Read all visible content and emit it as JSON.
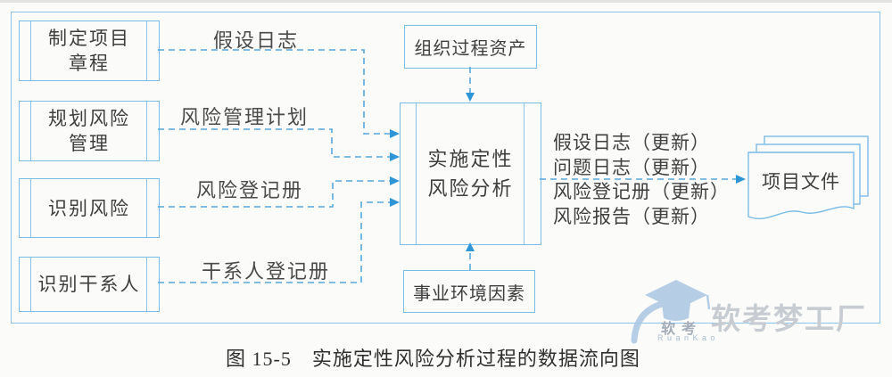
{
  "colors": {
    "frame_blue": "#8cc4e9",
    "box_blue": "#79bce7",
    "arrow_blue": "#4aa3dc",
    "arrowhead_blue": "#2e96d6",
    "text_dark": "#3e3e3e",
    "watermark_gray": "#c7ccd2",
    "watermark_blue": "#a9c7e2",
    "background": "#fbfbf9"
  },
  "source_boxes": [
    {
      "id": "develop-project-charter",
      "lines": [
        "制定项目",
        "章程"
      ]
    },
    {
      "id": "plan-risk-management",
      "lines": [
        "规划风险",
        "管理"
      ]
    },
    {
      "id": "identify-risks",
      "lines": [
        "识别风险"
      ]
    },
    {
      "id": "identify-stakeholders",
      "lines": [
        "识别干系人"
      ]
    }
  ],
  "flow_labels": [
    "假设日志",
    "风险管理计划",
    "风险登记册",
    "干系人登记册"
  ],
  "top_box": {
    "label": "组织过程资产"
  },
  "center_box": {
    "lines": [
      "实施定性",
      "风险分析"
    ]
  },
  "bottom_box": {
    "label": "事业环境因素"
  },
  "outputs": [
    "假设日志（更新）",
    "问题日志（更新）",
    "风险登记册（更新）",
    "风险报告（更新）"
  ],
  "document_stack": {
    "label": "项目文件"
  },
  "caption": "图 15-5　实施定性风险分析过程的数据流向图",
  "watermark": {
    "brand_large": "软考梦工厂",
    "brand_small": "软考",
    "brand_en": "RuanKao"
  }
}
